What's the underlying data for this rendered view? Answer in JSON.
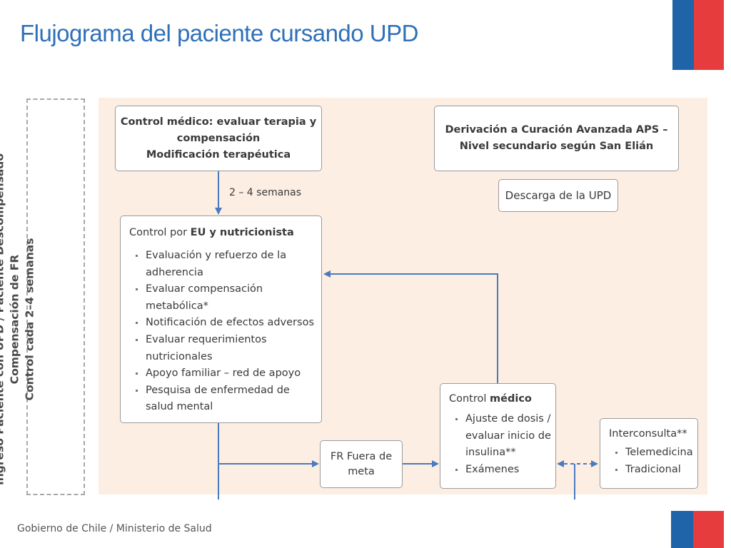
{
  "title": "Flujograma del paciente cursando UPD",
  "footer": "Gobierno de Chile / Ministerio de Salud",
  "colors": {
    "title": "#2f70b8",
    "flag_blue": "#1f63a8",
    "flag_red": "#e73c3e",
    "panel": "#fdeee3",
    "arrow": "#4a7bbf"
  },
  "side_label": {
    "line1": "Ingreso Paciente con UPD / Paciente Descompensado",
    "line2": "Compensación de FR",
    "line3": "Control cada 2–4 semanas"
  },
  "boxes": {
    "control_medico": {
      "line1": "Control médico: evaluar terapia y",
      "line2": "compensación",
      "line3": "Modificación terapéutica"
    },
    "derivacion": {
      "line1": "Derivación a Curación Avanzada APS –",
      "line2": "Nivel secundario según San Elián"
    },
    "descarga": "Descarga de la UPD",
    "eu_nutricionista": {
      "heading_prefix": "Control por ",
      "heading_bold": "EU y nutricionista",
      "items": [
        "Evaluación y refuerzo de la",
        "adherencia",
        "Evaluar compensación",
        "metabólica*",
        "Notificación de efectos adversos",
        "Evaluar requerimientos",
        "nutricionales",
        "Apoyo familiar – red de apoyo",
        "Pesquisa de enfermedad de",
        "salud mental"
      ]
    },
    "fr_fuera": {
      "line1": "FR Fuera de",
      "line2": "meta"
    },
    "control_medico_2": {
      "heading_prefix": "Control ",
      "heading_bold": "médico",
      "items": [
        "Ajuste de dosis /",
        "evaluar inicio de",
        "insulina**",
        "Exámenes"
      ]
    },
    "interconsulta": {
      "heading": "Interconsulta**",
      "items": [
        "Telemedicina",
        "Tradicional"
      ]
    }
  },
  "arrow_label": "2 – 4 semanas"
}
